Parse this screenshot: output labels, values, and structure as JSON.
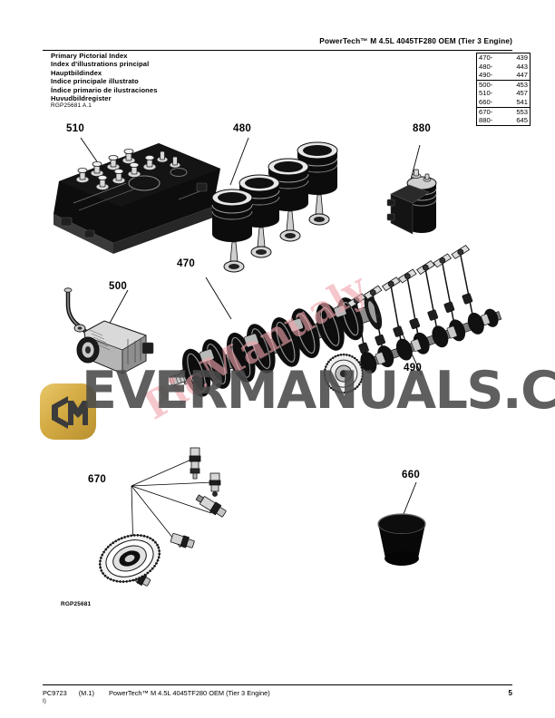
{
  "header": {
    "title": "PowerTech™ M 4.5L 4045TF280 OEM (Tier 3 Engine)"
  },
  "index": {
    "labels": [
      "Primary Pictorial Index",
      "Index d'illustrations principal",
      "Hauptbildindex",
      "Indice principale illustrato",
      "Índice primario de ilustraciones",
      "Huvudbildregister"
    ],
    "drawing_ref": "RGP25681 A.1",
    "groups": [
      {
        "rows": [
          {
            "item": "470-",
            "page": "439"
          },
          {
            "item": "480-",
            "page": "443"
          },
          {
            "item": "490-",
            "page": "447"
          }
        ]
      },
      {
        "rows": [
          {
            "item": "500-",
            "page": "453"
          },
          {
            "item": "510-",
            "page": "457"
          },
          {
            "item": "660-",
            "page": "541"
          }
        ]
      },
      {
        "rows": [
          {
            "item": "670-",
            "page": "553"
          },
          {
            "item": "880-",
            "page": "645"
          }
        ]
      }
    ]
  },
  "figure": {
    "drawing_ref_bottom": "RGP25681",
    "callouts": [
      {
        "id": "510",
        "label": "510",
        "part": "cylinder-head-assembly"
      },
      {
        "id": "480",
        "label": "480",
        "part": "piston-and-connecting-rod"
      },
      {
        "id": "880",
        "label": "880",
        "part": "oil-filter-assembly"
      },
      {
        "id": "500",
        "label": "500",
        "part": "oil-pump-assembly"
      },
      {
        "id": "470",
        "label": "470",
        "part": "crankshaft-assembly"
      },
      {
        "id": "490",
        "label": "490",
        "part": "camshaft-and-valve-train"
      },
      {
        "id": "670",
        "label": "670",
        "part": "sensors-and-fittings"
      },
      {
        "id": "660",
        "label": "660",
        "part": "cup-plug"
      }
    ]
  },
  "watermark": {
    "main_text": "EVERMANUALS.COM",
    "diagonal_text": "PicManualy",
    "logo_name": "evermanuals-logo",
    "gold_color": "#d4ab43",
    "pink_color": "#f0a5ad",
    "gray_color": "#4a4a4a"
  },
  "footer": {
    "doc_code": "PC9723",
    "revision": "(M.1)",
    "title": "PowerTech™ M 4.5L 4045TF280 OEM (Tier 3 Engine)",
    "sub_mark": "I)",
    "page_number": "5"
  }
}
